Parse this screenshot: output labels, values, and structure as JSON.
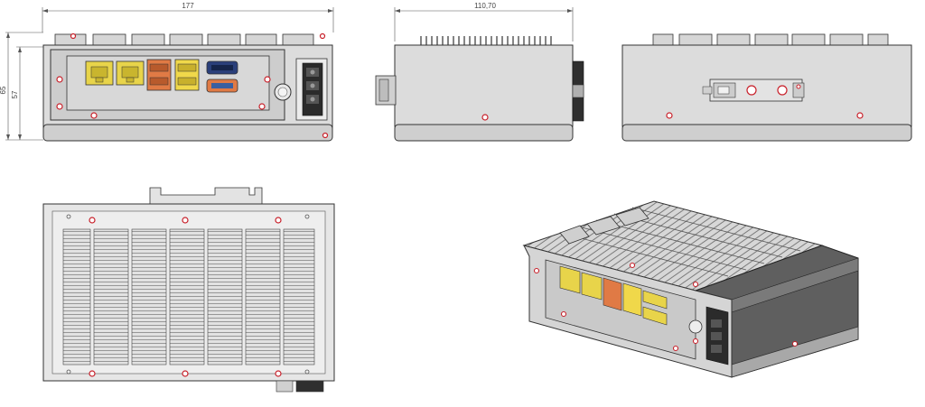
{
  "dimensions": {
    "front_width": "177",
    "side_depth": "110,70",
    "height_total": "65",
    "height_body": "57"
  },
  "views": [
    {
      "name": "front-view"
    },
    {
      "name": "side-view"
    },
    {
      "name": "rear-view"
    },
    {
      "name": "top-view"
    },
    {
      "name": "isometric-view"
    }
  ],
  "colors": {
    "line": "#333333",
    "body": "#d9d9d9",
    "panel": "#cfcfcf",
    "fin": "#8a8a8a",
    "ethernet": "#e8d44a",
    "usb_orange": "#e07a45",
    "usb_yellow": "#f0d84a",
    "hdmi_blue": "#2a3f7a",
    "screw": "#c8202a",
    "terminal": "#2b2b2b"
  }
}
